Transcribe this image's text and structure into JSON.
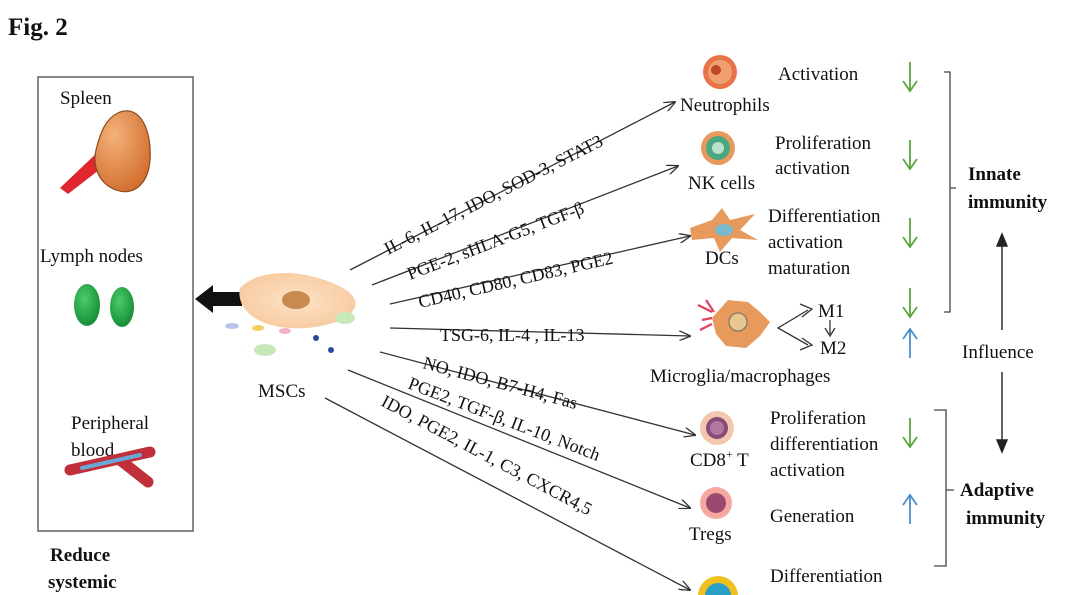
{
  "figure_label": "Fig. 2",
  "left_box": {
    "organs": [
      "Spleen",
      "Lymph nodes",
      "Peripheral",
      "blood"
    ],
    "caption": [
      "Reduce",
      "systemic"
    ]
  },
  "center_label": "MSCs",
  "pathways": [
    "IL-6, IL-17, IDO, SOD-3, STAT3",
    "PGE-2, sHLA-G5, TGF-β",
    "CD40, CD80, CD83, PGE2",
    "TSG-6, IL-4 , IL-13",
    "NO, IDO, B7-H4, Fas",
    "PGE2, TGF-β, IL-10, Notch",
    "IDO, PGE2, IL-1, C3, CXCR4,5"
  ],
  "cells": {
    "neutrophils": "Neutrophils",
    "nk": "NK cells",
    "dcs": "DCs",
    "microglia": "Microglia/macrophages",
    "m1": "M1",
    "m2": "M2",
    "cd8": "CD8",
    "cd8_sup": "+",
    "cd8_suffix": " T",
    "tregs": "Tregs"
  },
  "effects": {
    "neutrophils": [
      "Activation"
    ],
    "nk": [
      "Proliferation",
      "activation"
    ],
    "dcs": [
      "Differentiation",
      "activation",
      "maturation"
    ],
    "cd8": [
      "Proliferation",
      "differentiation",
      "activation"
    ],
    "tregs": [
      "Generation"
    ],
    "bottom": [
      "Differentiation"
    ]
  },
  "groups": {
    "innate": [
      "Innate",
      "immunity"
    ],
    "adaptive": [
      "Adaptive",
      "immunity"
    ],
    "influence": "Influence"
  },
  "colors": {
    "down_arrow": "#5aa83c",
    "up_arrow": "#4a8fd0",
    "cell_orange": "#e89a5c",
    "node_green": "#1fa040"
  }
}
